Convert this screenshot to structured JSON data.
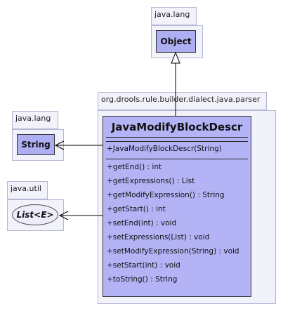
{
  "packages": {
    "object_pkg": "java.lang",
    "string_pkg": "java.lang",
    "list_pkg": "java.util",
    "main_pkg": "org.drools.rule.builder.dialect.java.parser"
  },
  "classes": {
    "object": "Object",
    "string": "String",
    "list": "List<E>"
  },
  "main_class": {
    "name": "JavaModifyBlockDescr",
    "constructors": [
      "+JavaModifyBlockDescr(String)"
    ],
    "methods": [
      "+getEnd() : int",
      "+getExpressions() : List",
      "+getModifyExpression() : String",
      "+getStart() : int",
      "+setEnd(int) : void",
      "+setExpressions(List) : void",
      "+setModifyExpression(String) : void",
      "+setStart(int) : void",
      "+toString() : String"
    ]
  }
}
